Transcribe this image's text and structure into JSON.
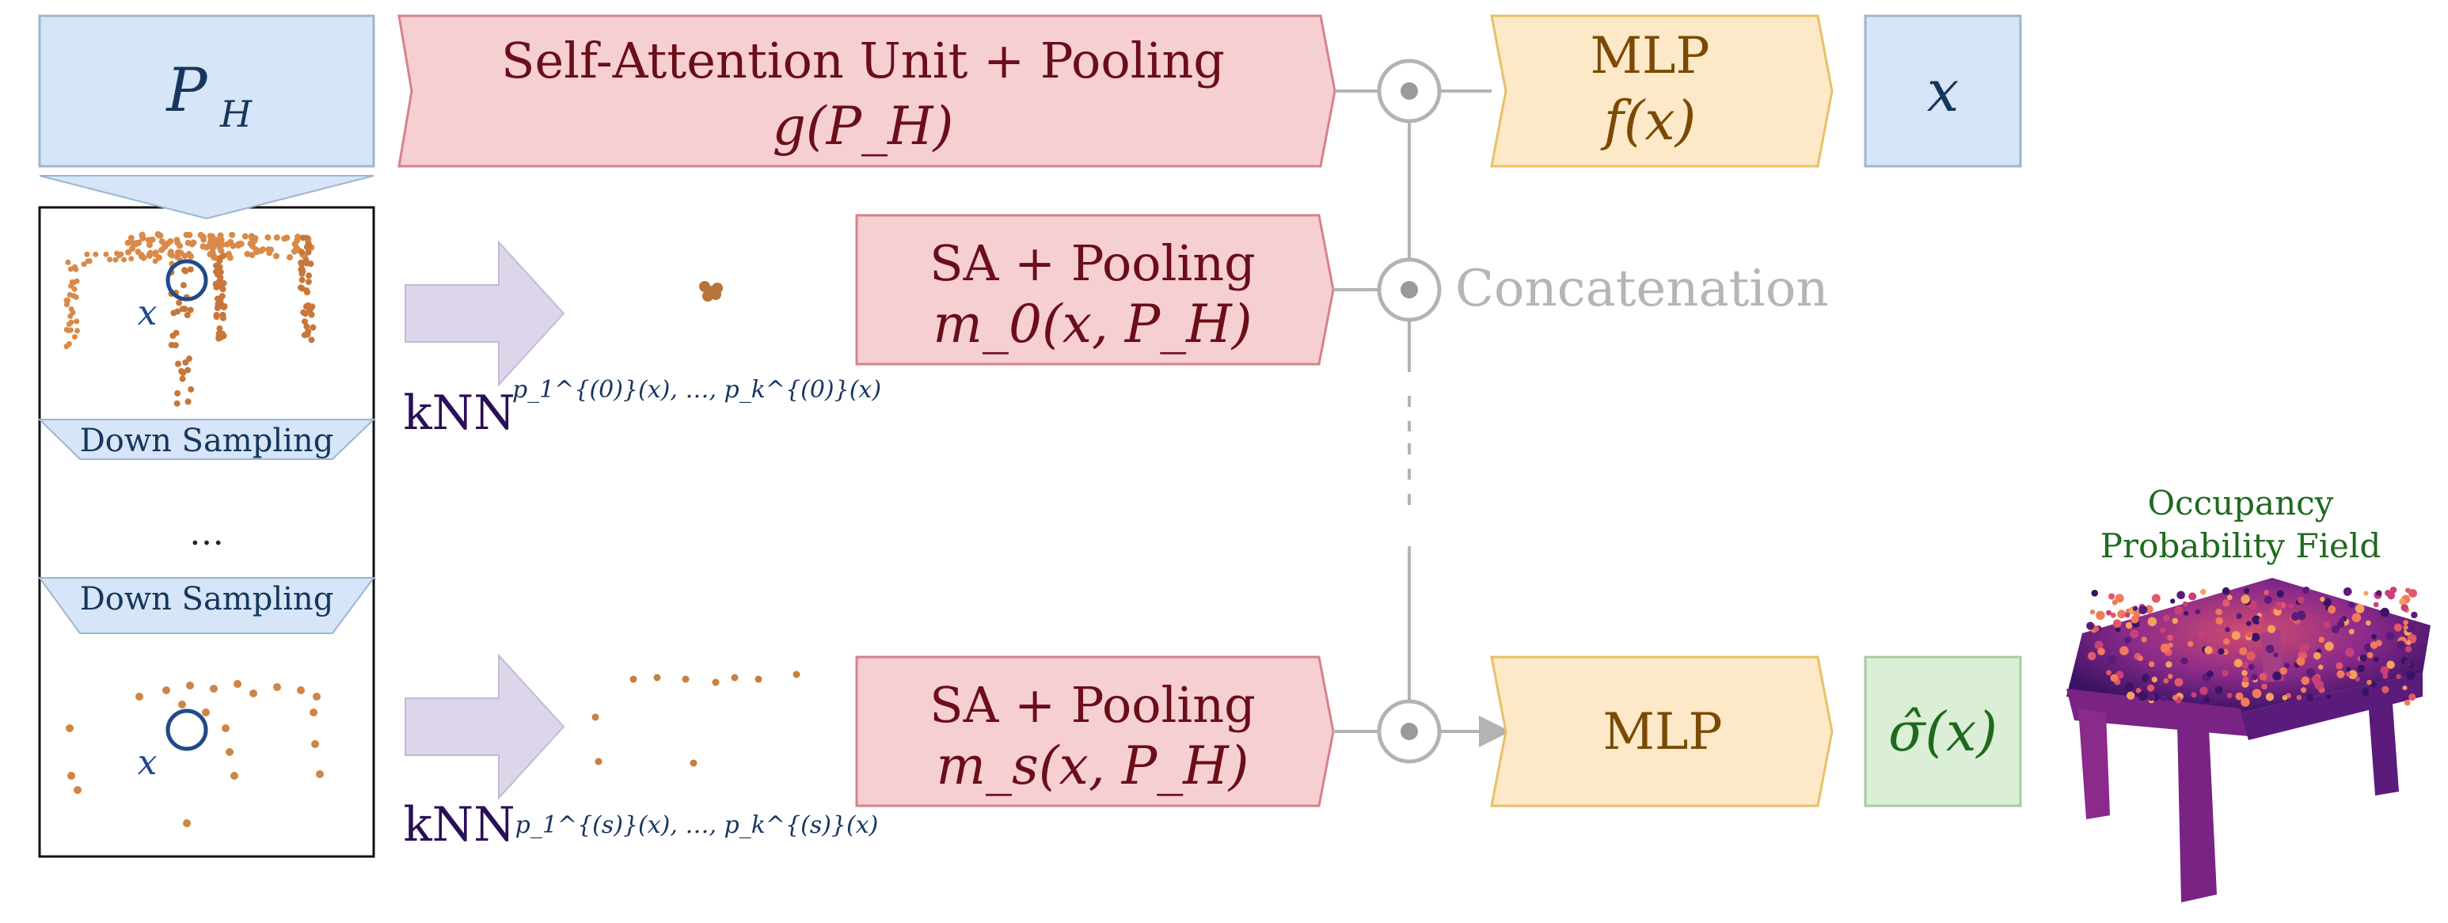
{
  "colors": {
    "blue_fill": "#d6e5f7",
    "blue_stroke": "#9db5d3",
    "blue_text": "#16365e",
    "red_fill": "#f6cfd2",
    "red_stroke": "#d6828b",
    "red_text": "#6b0d1a",
    "orange_fill": "#fde8c8",
    "orange_stroke": "#e8c064",
    "orange_text": "#7a4a05",
    "green_fill": "#dbeed6",
    "green_stroke": "#a9cc9f",
    "green_text": "#1e6a1e",
    "purple_arrow": "#ddd6ea",
    "purple_arrow_stroke": "#c3bad6",
    "purple_text": "#2a0f57",
    "gray": "#b3b3b3",
    "gray_text": "#b5b5b5"
  },
  "input_box": {
    "label": "P",
    "subscript": "H"
  },
  "point_cloud_panel": {
    "query_label": "x",
    "down_sampling_1": "Down Sampling",
    "ellipsis": "…",
    "down_sampling_2": "Down Sampling"
  },
  "branch_global": {
    "title": "Self-Attention Unit + Pooling",
    "formula": "g(P_H)"
  },
  "branch_level0": {
    "knn_label": "kNN",
    "neighbors": "p_1^{(0)}(x), …, p_k^{(0)}(x)",
    "title": "SA + Pooling",
    "formula": "m_0(x, P_H)"
  },
  "branch_levels": {
    "knn_label": "kNN",
    "neighbors": "p_1^{(s)}(x), …, p_k^{(s)}(x)",
    "title": "SA + Pooling",
    "formula": "m_s(x, P_H)"
  },
  "concat_label": "Concatenation",
  "mlp_top": {
    "title": "MLP",
    "formula": "f(x)"
  },
  "x_box": {
    "label": "x"
  },
  "mlp_bottom": {
    "title": "MLP"
  },
  "output_box": {
    "label": "σ̂(x)"
  },
  "output_caption": {
    "line1": "Occupancy",
    "line2": "Probability Field"
  }
}
